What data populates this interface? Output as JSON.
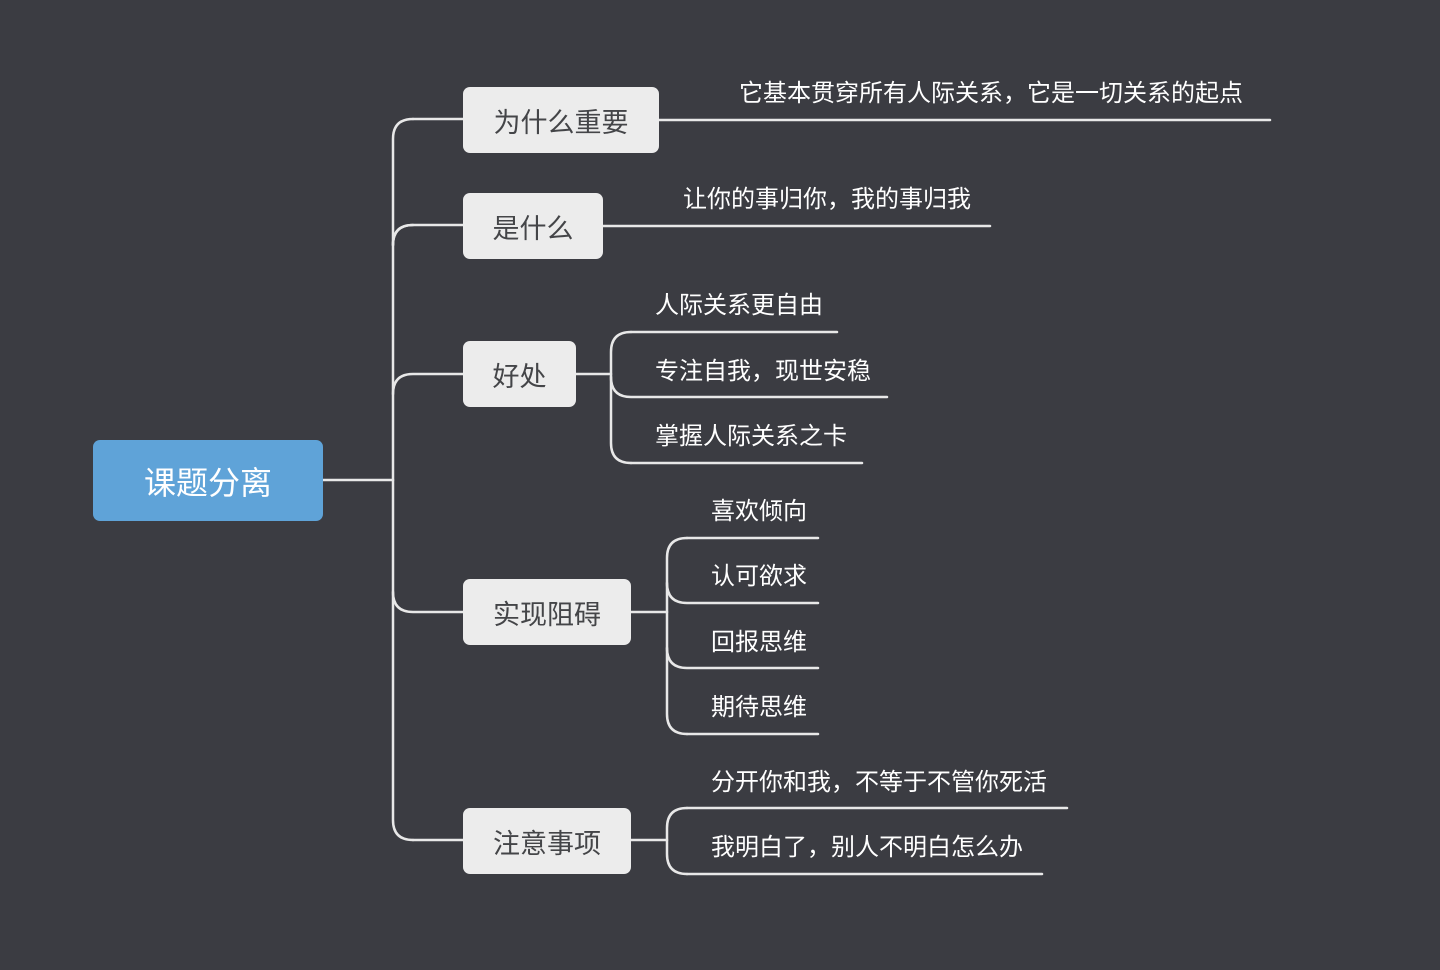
{
  "root": {
    "label": "课题分离"
  },
  "branches": [
    {
      "label": "为什么重要",
      "children": [
        "它基本贯穿所有人际关系，它是一切关系的起点"
      ]
    },
    {
      "label": "是什么",
      "children": [
        "让你的事归你，我的事归我"
      ]
    },
    {
      "label": "好处",
      "children": [
        "人际关系更自由",
        "专注自我，现世安稳",
        "掌握人际关系之卡"
      ]
    },
    {
      "label": "实现阻碍",
      "children": [
        "喜欢倾向",
        "认可欲求",
        "回报思维",
        "期待思维"
      ]
    },
    {
      "label": "注意事项",
      "children": [
        "分开你和我，不等于不管你死活",
        "我明白了，别人不明白怎么办"
      ]
    }
  ],
  "colors": {
    "background": "#3b3c42",
    "root_fill": "#5fa3d8",
    "branch_fill": "#ececec",
    "line": "#e8e8e8"
  }
}
